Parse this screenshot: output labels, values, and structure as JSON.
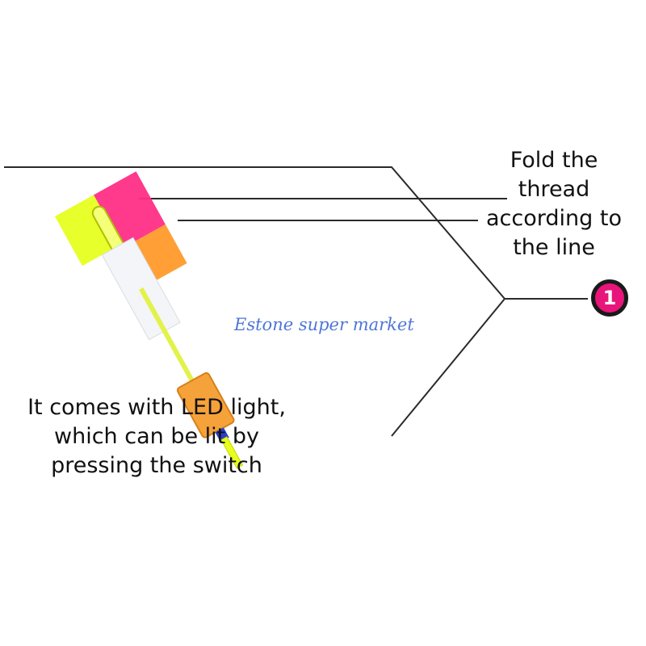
{
  "callouts": {
    "fold": "Fold the\nthread\naccording to\nthe line",
    "led": "It comes with LED light,\nwhich can be lit by\npressing the switch"
  },
  "watermark": "Estone super market",
  "step_badge": "1",
  "colors": {
    "badge": "#e8157a",
    "yellow": "#e6ff1f",
    "pink": "#ff2e86",
    "orange": "#ff9a2a",
    "watermark": "#2f5fd0",
    "line": "#222222"
  }
}
